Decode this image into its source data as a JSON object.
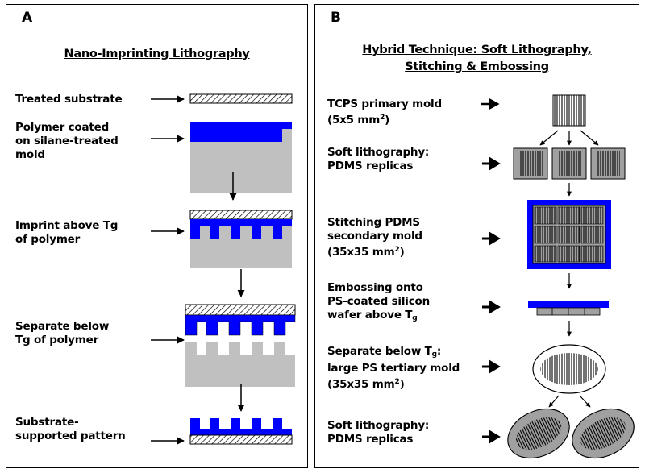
{
  "panel_a": {
    "letter": "A",
    "title": "Nano-Imprinting Lithography",
    "steps": [
      "Treated substrate",
      "Polymer coated\non silane-treated\nmold",
      "Imprint above Tg\nof polymer",
      "Separate below\nTg of polymer",
      "Substrate-\nsupported pattern"
    ]
  },
  "panel_b": {
    "letter": "B",
    "title_line1": "Hybrid Technique: Soft Lithography,",
    "title_line2": "Stitching & Embossing",
    "steps": [
      {
        "l1": "TCPS primary mold",
        "l2": "(5x5 mm",
        "sup": "2",
        "l2_end": ")"
      },
      {
        "l1": "Soft lithography:",
        "l2": "PDMS replicas"
      },
      {
        "l1": "Stitching PDMS",
        "l2": "secondary mold",
        "l3": "(35x35 mm",
        "sup": "2",
        "l3_end": ")"
      },
      {
        "l1": "Embossing onto",
        "l2": "PS-coated silicon",
        "l3": "wafer above T",
        "sub": "g"
      },
      {
        "l1": "Separate below T",
        "sub": "g",
        "l1_end": ":",
        "l2": "large PS tertiary mold",
        "l3": "(35x35 mm",
        "sup": "2",
        "l3_end": ")"
      },
      {
        "l1": "Soft lithography:",
        "l2": "PDMS replicas"
      }
    ]
  },
  "colors": {
    "polymer_blue": "#0000ff",
    "mold_gray": "#c0c0c0",
    "pdms_gray": "#a0a0a0",
    "hatch_stroke": "#000000"
  }
}
